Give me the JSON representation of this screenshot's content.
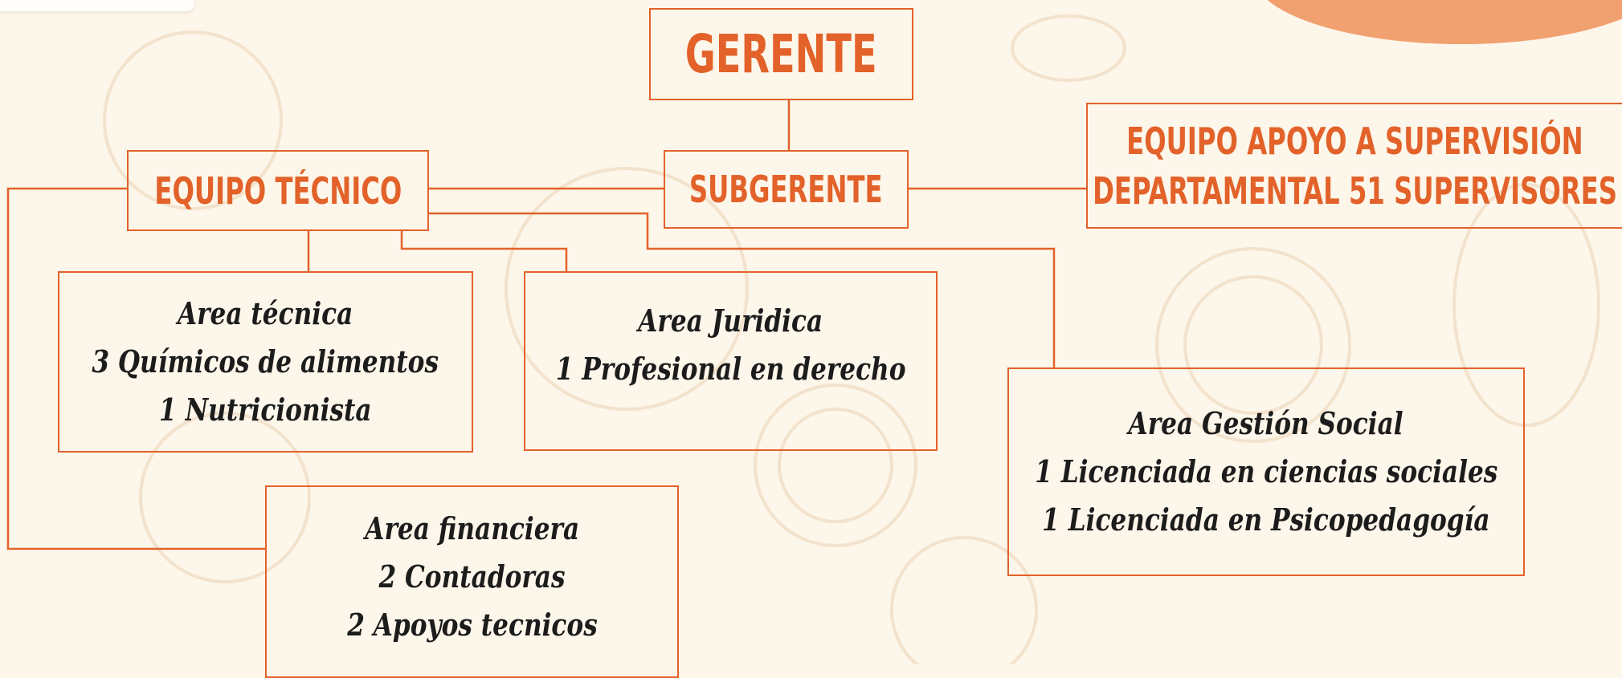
{
  "gerente": "GERENTE",
  "subgerente": "SUBGERENTE",
  "equipo_tecnico": "EQUIPO TÉCNICO",
  "equipo_apoyo": {
    "line1": "EQUIPO APOYO A SUPERVISIÓN",
    "line2": "DEPARTAMENTAL 51 SUPERVISORES"
  },
  "areas": {
    "tecnica": [
      "Area técnica",
      "3 Químicos de alimentos",
      "1 Nutricionista"
    ],
    "juridica": [
      "Area Juridica",
      "1 Profesional en derecho"
    ],
    "gestion_social": [
      "Area Gestión Social",
      "1 Licenciada en ciencias sociales",
      "1 Licenciada en Psicopedagogía"
    ],
    "financiera": [
      "Area financiera",
      "2 Contadoras",
      "2 Apoyos tecnicos"
    ]
  },
  "colors": {
    "accent": "#e2622a",
    "background": "#fdf6ea",
    "text": "#1c1c1c",
    "blob": "#f1a06f"
  }
}
